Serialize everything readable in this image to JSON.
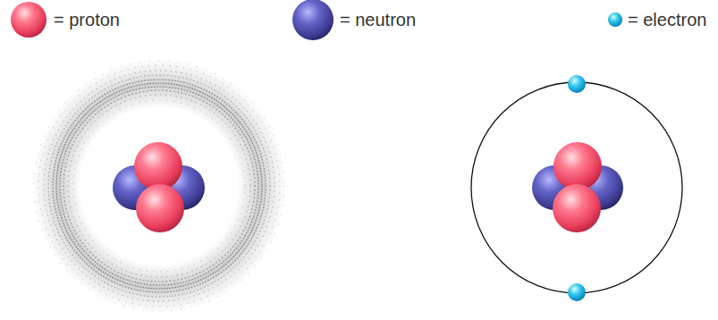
{
  "diagram": {
    "legend": [
      {
        "text": "= proton"
      },
      {
        "text": "= neutron"
      },
      {
        "text": "= electron"
      }
    ]
  }
}
